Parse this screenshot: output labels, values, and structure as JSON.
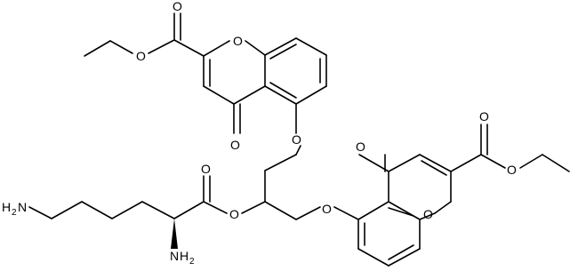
{
  "atoms": {
    "o_ring_top": "O",
    "o_keto_top": "O",
    "o_ester_dbl_top": "O",
    "o_ester_single_top": "O",
    "o_ether_top": "O",
    "o_ring_bot": "O",
    "o_keto_bot": "O",
    "o_ester_dbl_bot": "O",
    "o_ester_single_bot": "O",
    "o_ether_bot": "O",
    "o_lys_ester": "O",
    "o_lys_carbonyl": "O",
    "nh2_alpha": "H",
    "nh2_alpha_n": "N",
    "nh2_alpha_sub": "2",
    "nh2_epsilon": "H",
    "nh2_epsilon_sub": "2",
    "nh2_epsilon_n": "N"
  }
}
